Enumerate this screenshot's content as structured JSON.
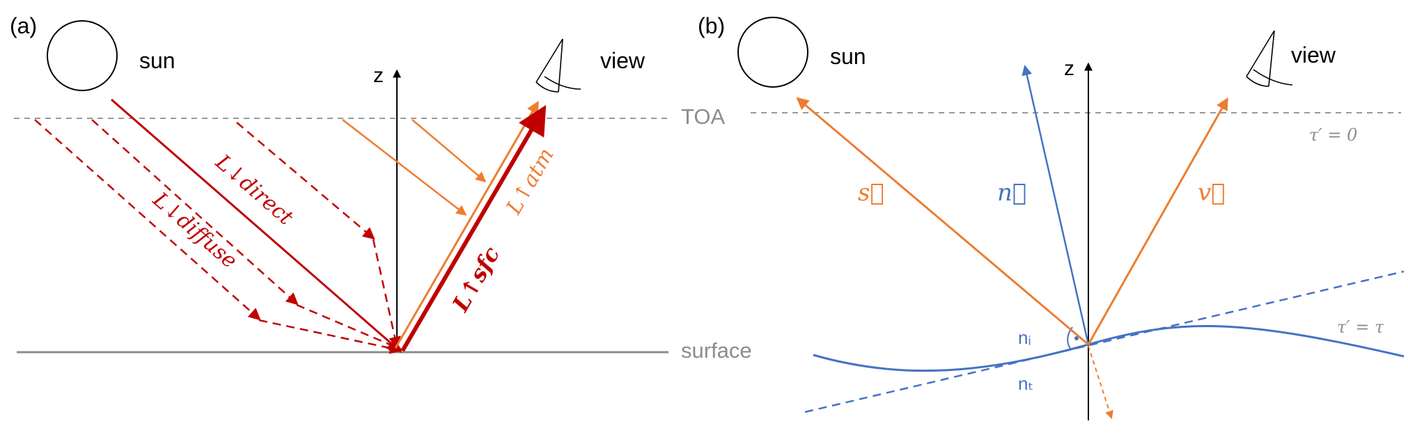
{
  "colors": {
    "red": "#c00000",
    "orange": "#ed7d31",
    "blue": "#4472c4",
    "gray": "#8c8c8c",
    "black": "#000000"
  },
  "panel_a": {
    "label": "(a)",
    "sun": "sun",
    "view": "view",
    "z": "z",
    "toa": "TOA",
    "surface": "surface",
    "l_direct": "L↓direct",
    "l_diffuse": "L↓diffuse",
    "l_atm": "L↑atm",
    "l_sfc": "L↑sfc"
  },
  "panel_b": {
    "label": "(b)",
    "sun": "sun",
    "view": "view",
    "z": "z",
    "s_vec": "s⃗",
    "n_vec": "n⃗",
    "v_vec": "v⃗",
    "tau_top": "τ′ = 0",
    "tau_bottom": "τ′ = τ",
    "ni": "nᵢ",
    "nt": "nₜ"
  }
}
